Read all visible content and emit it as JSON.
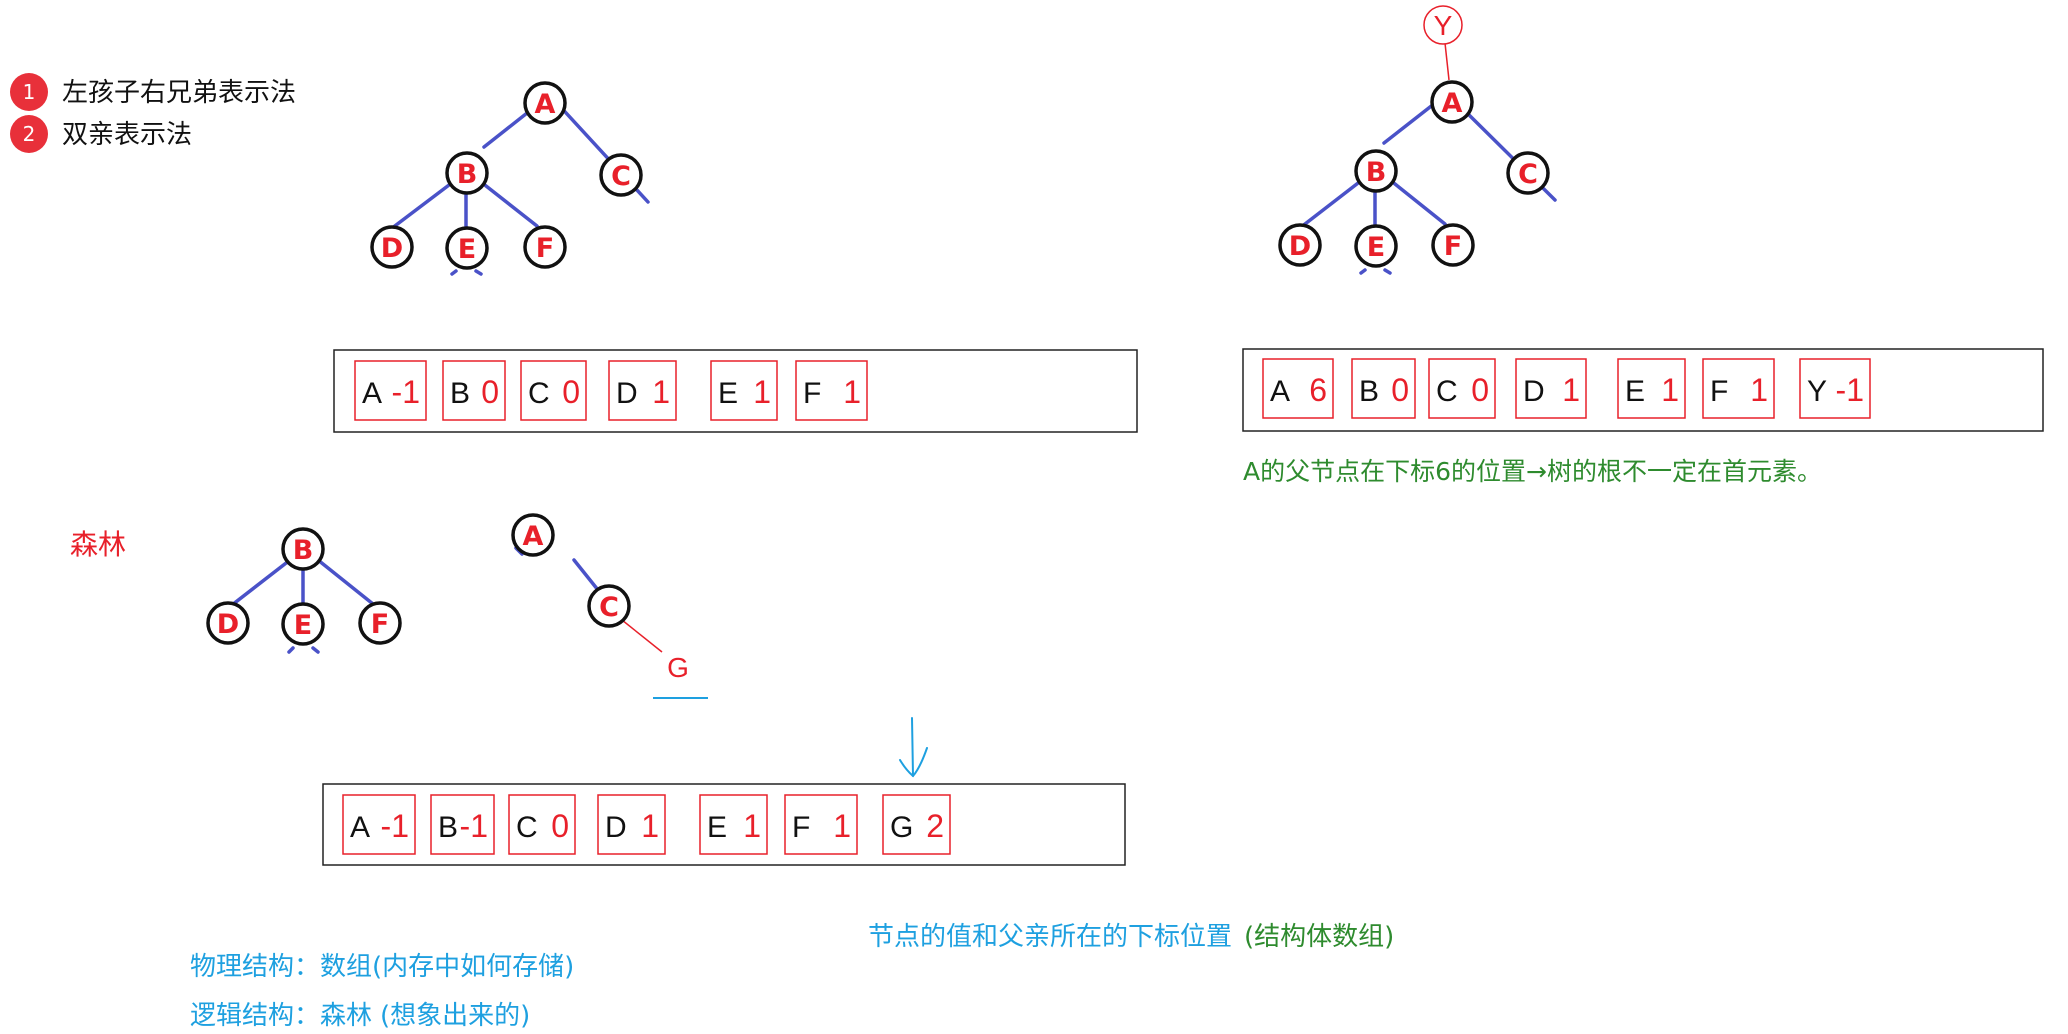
{
  "legend": {
    "items": [
      {
        "number": "1",
        "label": "左孩子右兄弟表示法"
      },
      {
        "number": "2",
        "label": "双亲表示法"
      }
    ]
  },
  "tree1": {
    "nodes": [
      "A",
      "B",
      "C",
      "D",
      "E",
      "F"
    ]
  },
  "array1": {
    "cells": [
      {
        "key": "A",
        "parent": "-1"
      },
      {
        "key": "B",
        "parent": "0"
      },
      {
        "key": "C",
        "parent": "0"
      },
      {
        "key": "D",
        "parent": "1"
      },
      {
        "key": "E",
        "parent": "1"
      },
      {
        "key": "F",
        "parent": "1"
      }
    ]
  },
  "tree2": {
    "nodes": [
      "Y",
      "A",
      "B",
      "C",
      "D",
      "E",
      "F"
    ]
  },
  "array2": {
    "cells": [
      {
        "key": "A",
        "parent": "6"
      },
      {
        "key": "B",
        "parent": "0"
      },
      {
        "key": "C",
        "parent": "0"
      },
      {
        "key": "D",
        "parent": "1"
      },
      {
        "key": "E",
        "parent": "1"
      },
      {
        "key": "F",
        "parent": "1"
      },
      {
        "key": "Y",
        "parent": "-1"
      }
    ],
    "note": "A的父节点在下标6的位置→树的根不一定在首元素。"
  },
  "forest": {
    "label": "森林",
    "tree_b_nodes": [
      "B",
      "D",
      "E",
      "F"
    ],
    "tree_a_nodes": [
      "A",
      "C"
    ],
    "handwritten_node": "G"
  },
  "array3": {
    "cells": [
      {
        "key": "A",
        "parent": "-1"
      },
      {
        "key": "B",
        "parent": "-1"
      },
      {
        "key": "C",
        "parent": "0"
      },
      {
        "key": "D",
        "parent": "1"
      },
      {
        "key": "E",
        "parent": "1"
      },
      {
        "key": "F",
        "parent": "1"
      },
      {
        "key": "G",
        "parent": "2"
      }
    ]
  },
  "notes": {
    "node_value_text": "节点的值和父亲所在的下标位置",
    "struct_array_text": "(结构体数组)",
    "physical_structure": "物理结构：数组(内存中如何存储)",
    "logical_structure_main": "逻辑结构：森林",
    "logical_structure_paren": "(想象出来的)"
  },
  "colors": {
    "red": "#e8202a",
    "blue_edge": "#4a52c8",
    "green": "#2e8b2e",
    "cyan": "#1ea0e0",
    "badge": "#e8303a"
  }
}
